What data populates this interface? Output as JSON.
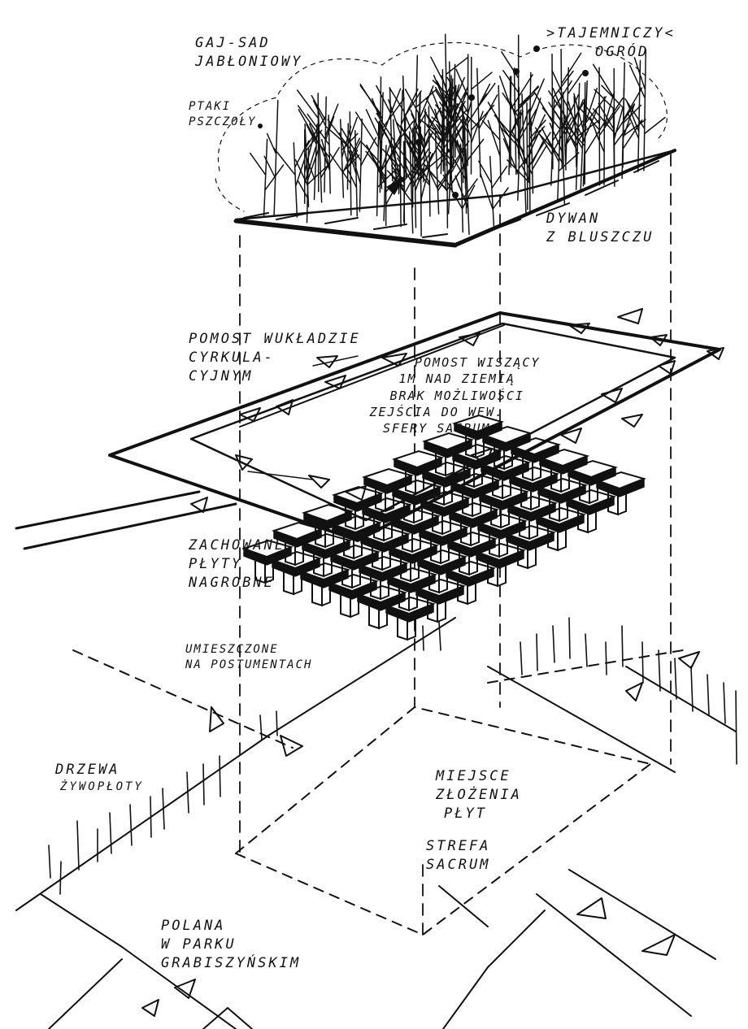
{
  "labels": {
    "orchard_l1": "GAJ-SAD",
    "orchard_l2": "JABŁONIOWY",
    "birds": "PTAKI",
    "bees": "PSZCZOŁY",
    "secret_l1": ">TAJEMNICZY<",
    "secret_l2": "OGRÓD",
    "ivy_l1": "DYWAN",
    "ivy_l2": "Z BLUSZCZU",
    "walkway_l1": "POMOST WUKŁADZIE",
    "walkway_l2": "CYRKULA-",
    "walkway_l3": "CYJNYM",
    "hanging_l1": "POMOST WISZĄCY",
    "hanging_l2": "1M NAD ZIEMIĄ",
    "hanging_l3": "BRAK MOŻLIWOŚCI",
    "hanging_l4": "ZEJŚCIA DO WEW.",
    "hanging_l5": "SFERY SACRUM",
    "slabs_l1": "ZACHOWANE",
    "slabs_l2": "PŁYTY",
    "slabs_l3": "NAGROBNE",
    "pedestal_l1": "UMIESZCZONE",
    "pedestal_l2": "NA POSTUMENTACH",
    "trees_l1": "DRZEWA",
    "trees_l2": "ŻYWOPŁOTY",
    "place_l1": "MIEJSCE",
    "place_l2": "ZŁOŻENIA",
    "place_l3": "PŁYT",
    "sacrum_l1": "STREFA",
    "sacrum_l2": "SACRUM",
    "glade_l1": "POLANA",
    "glade_l2": "W PARKU",
    "glade_l3": "GRABISZYŃSKIM"
  },
  "colors": {
    "ink": "#111111",
    "paper": "#ffffff"
  }
}
